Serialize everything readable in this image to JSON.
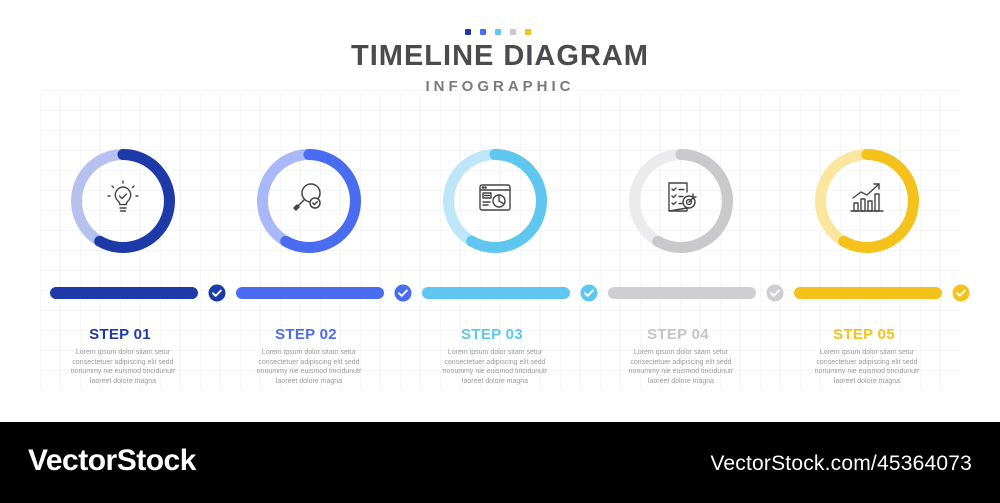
{
  "header": {
    "title": "TIMELINE DIAGRAM",
    "subtitle": "INFOGRAPHIC",
    "dot_colors": [
      "#1e3aa8",
      "#4a6cf0",
      "#5fc6f0",
      "#c9c9cc",
      "#f4c21b"
    ]
  },
  "steps": [
    {
      "label": "STEP 01",
      "icon": "lightbulb-icon",
      "color": "#1e3aa8",
      "light": "#b7c1f0",
      "bar_color": "#1e3aa8",
      "label_color": "#1e3aa8",
      "desc": [
        "Lorem ipsum dolor sitam setur",
        "consectetuer adipiscing elit sedd",
        "nonummy nie euismod tincidunutr",
        "laoreet dolore magna"
      ]
    },
    {
      "label": "STEP 02",
      "icon": "magnifier-icon",
      "color": "#4a6cf0",
      "light": "#a8b8f8",
      "bar_color": "#4a6cf0",
      "label_color": "#4a6cf0",
      "desc": [
        "Lorem ipsum dolor sitam setur",
        "consectetuer adipiscing elit sedd",
        "nonummy nie euismod tincidunutr",
        "laoreet dolore magna"
      ]
    },
    {
      "label": "STEP 03",
      "icon": "browser-chart-icon",
      "color": "#5fc6f0",
      "light": "#bde6f8",
      "bar_color": "#5fc6f0",
      "label_color": "#5fc6f0",
      "desc": [
        "Lorem ipsum dolor sitam setur",
        "consectetuer adipiscing elit sedd",
        "nonummy nie euismod tincidunutr",
        "laoreet dolore magna"
      ]
    },
    {
      "label": "STEP 04",
      "icon": "checklist-target-icon",
      "color": "#c9c9cc",
      "light": "#ebebed",
      "bar_color": "#cfcfd2",
      "label_color": "#c4c4c7",
      "desc": [
        "Lorem ipsum dolor sitam setur",
        "consectetuer adipiscing elit sedd",
        "nonummy nie euismod tincidunutr",
        "laoreet dolore magna"
      ]
    },
    {
      "label": "STEP 05",
      "icon": "growth-chart-icon",
      "color": "#f4c21b",
      "light": "#fbe6a0",
      "bar_color": "#f4c21b",
      "label_color": "#f4c21b",
      "desc": [
        "Lorem ipsum dolor sitam setur",
        "consectetuer adipiscing elit sedd",
        "nonummy nie euismod tincidunutr",
        "laoreet dolore magna"
      ]
    }
  ],
  "footer": {
    "brand": "VectorStock",
    "id": "VectorStock.com/45364073"
  }
}
